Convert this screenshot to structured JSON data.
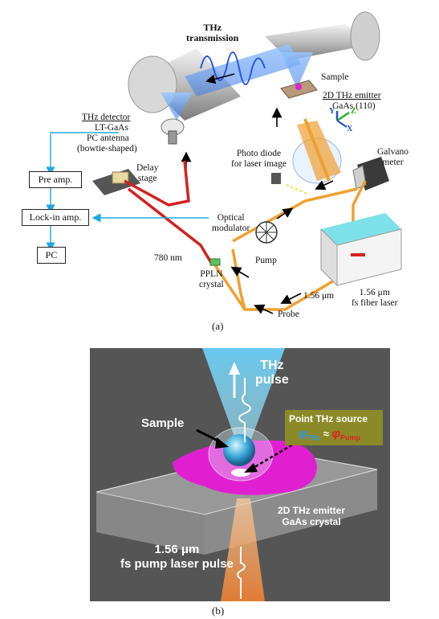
{
  "panel_a": {
    "caption": "(a)",
    "thz_transmission": "THz\ntransmission",
    "sample": "Sample",
    "emitter_label": "2D THz emitter",
    "emitter_material": "GaAs (110)",
    "detector_title": "THz detector",
    "detector_line1": "LT-GaAs",
    "detector_line2": "PC antenna",
    "detector_line3": "(bowtie-shaped)",
    "delay_stage": "Delay\nstage",
    "photo_diode": "Photo diode\nfor laser image",
    "galvano": "Galvano\nmeter",
    "pre_amp": "Pre amp.",
    "lockin": "Lock-in amp.",
    "pc": "PC",
    "optical_modulator": "Optical\nmodulator",
    "wl_780": "780 nm",
    "pump": "Pump",
    "ppln": "PPLN\ncrystal",
    "wl_156": "1.56 μm",
    "laser": "1.56 μm\nfs fiber laser",
    "probe": "Probe",
    "axis_x": "X",
    "axis_y": "Y",
    "axis_z": "Z"
  },
  "panel_b": {
    "caption": "(b)",
    "thz_pulse": "THz\npulse",
    "sample": "Sample",
    "point_source_title": "Point THz source",
    "phi_thz": "φ",
    "phi_thz_sub": "THz",
    "approx": "≈",
    "phi_pump": "φ",
    "phi_pump_sub": "Pump",
    "emitter": "2D THz emitter\nGaAs crystal",
    "pump_pulse": "1.56 μm\nfs pump laser pulse"
  },
  "colors": {
    "orange_beam": "#f0a030",
    "red_beam": "#d42020",
    "thz_blue": "#2a56d8",
    "cyan_signal": "#22a8e0",
    "magenta": "#e020d0",
    "dark_bg": "#555555",
    "olive_box": "#8c8a28"
  }
}
